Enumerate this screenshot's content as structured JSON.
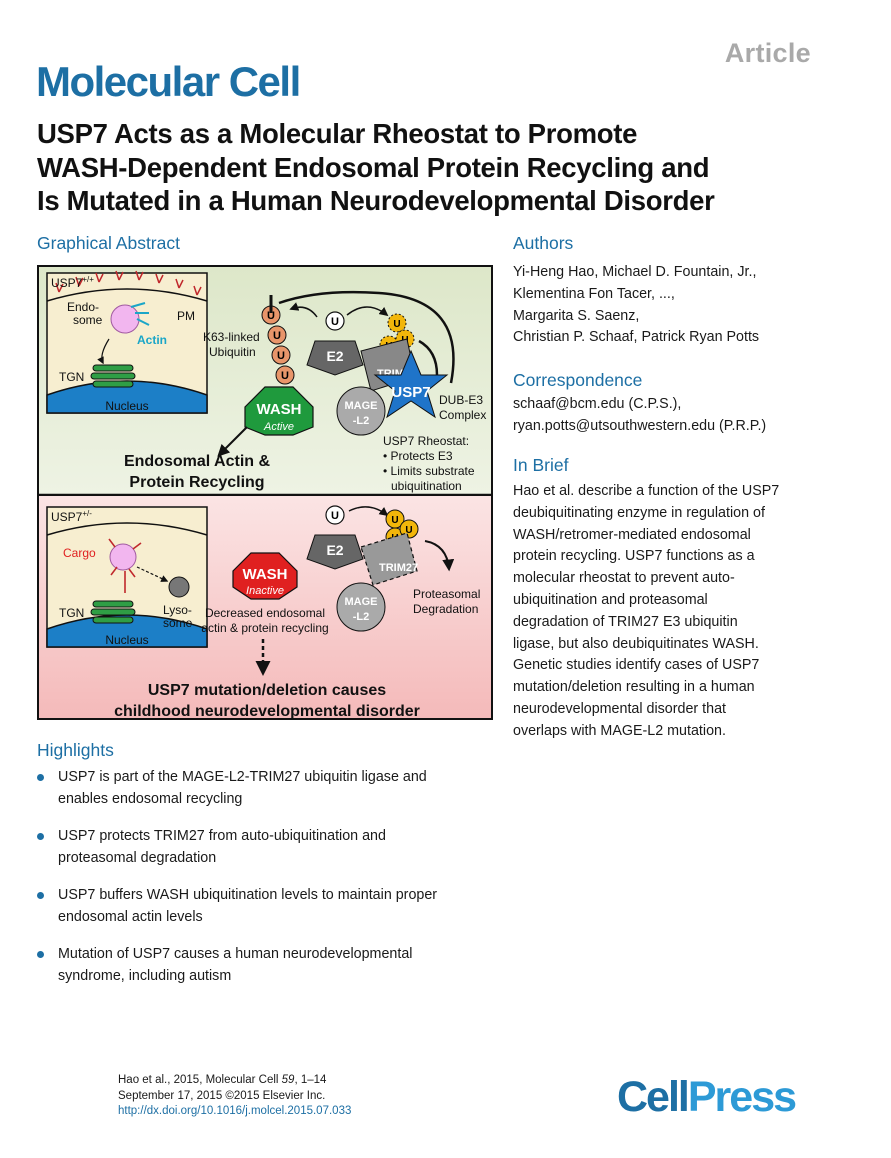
{
  "header": {
    "article_label": "Article",
    "journal": "Molecular Cell",
    "title_lines": [
      "USP7 Acts as a Molecular Rheostat to Promote",
      "WASH-Dependent Endosomal Protein Recycling and",
      "Is Mutated in a Human Neurodevelopmental Disorder"
    ]
  },
  "graphical_abstract": {
    "heading": "Graphical Abstract",
    "top": {
      "genotype": "USP7",
      "genotype_sup": "+/+",
      "endosome_1": "Endo-",
      "endosome_2": "some",
      "pm": "PM",
      "actin": "Actin",
      "tgn": "TGN",
      "nucleus": "Nucleus",
      "k63_1": "K63-linked",
      "k63_2": "Ubiquitin",
      "ub": "U",
      "e2": "E2",
      "trim27": "TRIM27",
      "usp7": "USP7",
      "mage_1": "MAGE",
      "mage_2": "-L2",
      "dub_1": "DUB-E3",
      "dub_2": "Complex",
      "wash": "WASH",
      "wash_state": "Active",
      "rheostat": "USP7 Rheostat:",
      "rheo_1": "• Protects E3",
      "rheo_2": "• Limits substrate",
      "rheo_3": "ubiquitination",
      "outcome_1": "Endosomal Actin &",
      "outcome_2": "Protein Recycling"
    },
    "bottom": {
      "genotype": "USP7",
      "genotype_sup": "+/-",
      "cargo": "Cargo",
      "lyso_1": "Lyso-",
      "lyso_2": "some",
      "tgn": "TGN",
      "nucleus": "Nucleus",
      "ub": "U",
      "e2": "E2",
      "trim27": "TRIM27",
      "mage_1": "MAGE",
      "mage_2": "-L2",
      "proteasomal_1": "Proteasomal",
      "proteasomal_2": "Degradation",
      "wash": "WASH",
      "wash_state": "Inactive",
      "decreased_1": "Decreased endosomal",
      "decreased_2": "actin & protein recycling",
      "outcome_1": "USP7 mutation/deletion causes",
      "outcome_2": "childhood neurodevelopmental disorder"
    },
    "colors": {
      "top_bg": "#dde7c9",
      "bottom_bg": "#f6c5c5",
      "cell_bg": "#f7eed0",
      "nucleus": "#1c7fc7",
      "tgn": "#2f9e45",
      "wash_active": "#1f9a3d",
      "wash_inactive": "#e02020",
      "usp7": "#1f74c9",
      "ubiquitin": "#e8956a",
      "ubiquitin_yellow": "#f2b60a",
      "actin": "#1aa6c8",
      "endosome": "#f2b6ef"
    }
  },
  "authors": {
    "heading": "Authors",
    "lines": [
      "Yi-Heng Hao, Michael D. Fountain, Jr.,",
      "Klementina Fon Tacer, ...,",
      "Margarita S. Saenz,",
      "Christian P. Schaaf, Patrick Ryan Potts"
    ]
  },
  "correspondence": {
    "heading": "Correspondence",
    "lines": [
      "schaaf@bcm.edu (C.P.S.),",
      "ryan.potts@utsouthwestern.edu (P.R.P.)"
    ]
  },
  "in_brief": {
    "heading": "In Brief",
    "lines": [
      "Hao et al. describe a function of the USP7",
      "deubiquitinating enzyme in regulation of",
      "WASH/retromer-mediated endosomal",
      "protein recycling. USP7 functions as a",
      "molecular rheostat to prevent auto-",
      "ubiquitination and proteasomal",
      "degradation of TRIM27 E3 ubiquitin",
      "ligase, but also deubiquitinates WASH.",
      "Genetic studies identify cases of USP7",
      "mutation/deletion resulting in a human",
      "neurodevelopmental disorder that",
      "overlaps with MAGE-L2 mutation."
    ]
  },
  "highlights": {
    "heading": "Highlights",
    "items": [
      {
        "line1": "USP7 is part of the MAGE-L2-TRIM27 ubiquitin ligase and",
        "line2": "enables endosomal recycling"
      },
      {
        "line1": "USP7 protects TRIM27 from auto-ubiquitination and",
        "line2": "proteasomal degradation"
      },
      {
        "line1": "USP7 buffers WASH ubiquitination levels to maintain proper",
        "line2": "endosomal actin levels"
      },
      {
        "line1": "Mutation of USP7 causes a human neurodevelopmental",
        "line2": "syndrome, including autism"
      }
    ]
  },
  "footer": {
    "citation_line1": "Hao et al., 2015, Molecular Cell ",
    "citation_volume": "59",
    "citation_pages": ", 1–14",
    "citation_line2": "September 17, 2015 ©2015 Elsevier Inc.",
    "doi": "http://dx.doi.org/10.1016/j.molcel.2015.07.033",
    "publisher_cell": "Cell",
    "publisher_press": "Press"
  }
}
